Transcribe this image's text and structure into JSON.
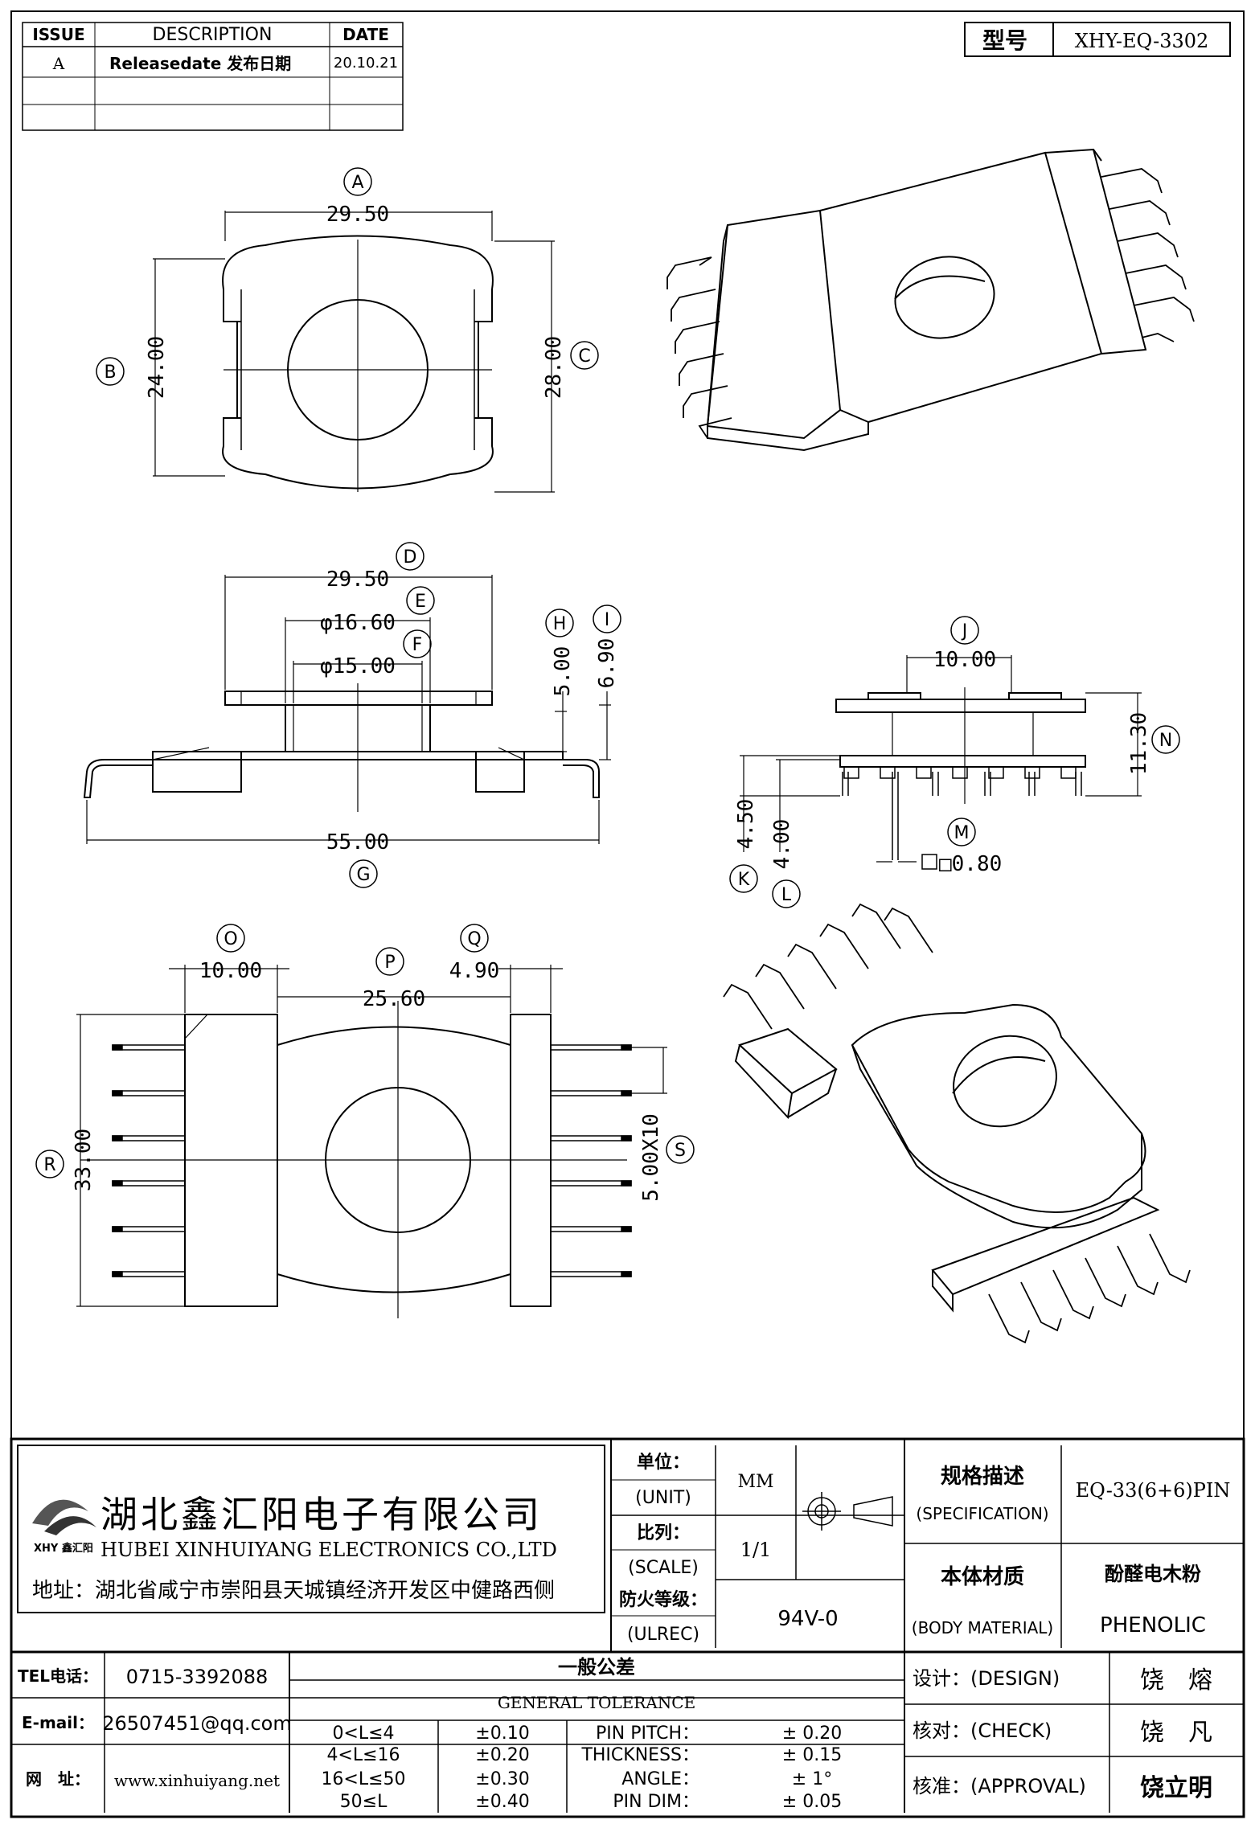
{
  "revision_table": {
    "headers": [
      "ISSUE",
      "DESCRIPTION",
      "DATE"
    ],
    "rows": [
      {
        "issue": "A",
        "description": "Releasedate 发布日期",
        "date": "20.10.21"
      },
      {
        "issue": "",
        "description": "",
        "date": ""
      },
      {
        "issue": "",
        "description": "",
        "date": ""
      }
    ]
  },
  "model": {
    "label": "型号",
    "value": "XHY-EQ-3302"
  },
  "top_view": {
    "dims": {
      "A": "29.50",
      "B": "24.00",
      "C": "28.00"
    },
    "callouts": [
      "A",
      "B",
      "C"
    ]
  },
  "side_view": {
    "dims": {
      "D": "29.50",
      "E": "φ16.60",
      "F": "φ15.00",
      "G": "55.00",
      "H": "5.00",
      "I": "6.90"
    },
    "callouts": [
      "D",
      "E",
      "F",
      "G",
      "H",
      "I"
    ]
  },
  "end_view": {
    "dims": {
      "J": "10.00",
      "K": "4.50",
      "L": "4.00",
      "M": "□0.80",
      "N": "11.30"
    },
    "callouts": [
      "J",
      "K",
      "L",
      "M",
      "N"
    ]
  },
  "bottom_view": {
    "dims": {
      "O": "10.00",
      "P": "25.60",
      "Q": "4.90",
      "R": "33.00",
      "S": "5.00X10"
    },
    "callouts": [
      "O",
      "P",
      "Q",
      "R",
      "S"
    ]
  },
  "company": {
    "name_cn": "湖北鑫汇阳电子有限公司",
    "name_en": "HUBEI XINHUIYANG ELECTRONICS CO.,LTD",
    "address": "地址：湖北省咸宁市崇阳县天城镇经济开发区中健路西侧",
    "logo_text": "XHY 鑫汇阳"
  },
  "title_block": {
    "unit_label_cn": "单位：",
    "unit_label_en": "(UNIT)",
    "unit_value": "MM",
    "scale_label_cn": "比列：",
    "scale_label_en": "(SCALE)",
    "scale_value": "1/1",
    "ul_label_cn": "防火等级：",
    "ul_label_en": "(ULREC)",
    "ul_value": "94V-0",
    "spec_label_cn": "规格描述",
    "spec_label_en": "(SPECIFICATION)",
    "spec_value": "EQ-33(6+6)PIN",
    "material_label_cn": "本体材质",
    "material_label_en": "(BODY MATERIAL)",
    "material_value_cn": "酚醛电木粉",
    "material_value_en": "PHENOLIC"
  },
  "contact": {
    "tel_label": "TEL电话：",
    "tel": "0715-3392088",
    "email_label": "E-mail：",
    "email": "26507451@qq.com",
    "web_label": "网　址：",
    "web": "www.xinhuiyang.net"
  },
  "tolerance": {
    "title_cn": "一般公差",
    "title_en": "GENERAL TOLERANCE",
    "rows": [
      {
        "range": "0<L≤4",
        "tol": "±0.10",
        "item": "PIN PITCH：",
        "val": "± 0.20"
      },
      {
        "range": "4<L≤16",
        "tol": "±0.20",
        "item": "THICKNESS：",
        "val": "± 0.15"
      },
      {
        "range": "16<L≤50",
        "tol": "±0.30",
        "item": "ANGLE：",
        "val": "± 1°"
      },
      {
        "range": "50≤L",
        "tol": "±0.40",
        "item": "PIN DIM：",
        "val": "± 0.05"
      }
    ]
  },
  "signoff": {
    "design_label": "设计：(DESIGN)",
    "design_name": "饶　熔",
    "check_label": "核对：(CHECK)",
    "check_name": "饶　凡",
    "approval_label": "核准：(APPROVAL)",
    "approval_name": "饶立明"
  }
}
